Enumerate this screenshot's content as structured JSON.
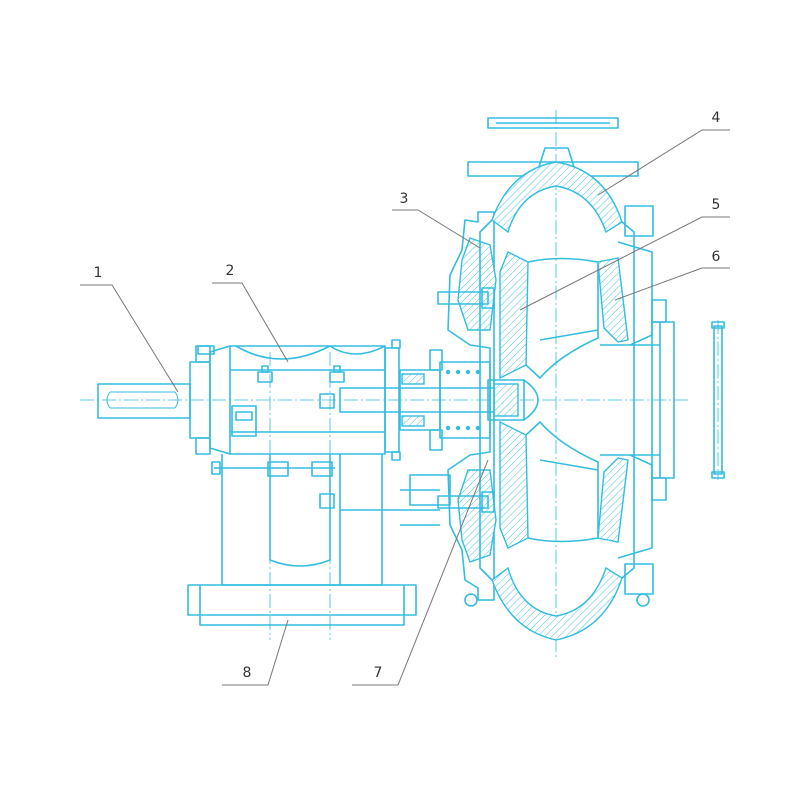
{
  "colors": {
    "drawing": "#33bde0",
    "leader": "#777777",
    "label": "#333333"
  },
  "callouts": [
    {
      "number": "1"
    },
    {
      "number": "2"
    },
    {
      "number": "3"
    },
    {
      "number": "4"
    },
    {
      "number": "5"
    },
    {
      "number": "6"
    },
    {
      "number": "7"
    },
    {
      "number": "8"
    }
  ]
}
